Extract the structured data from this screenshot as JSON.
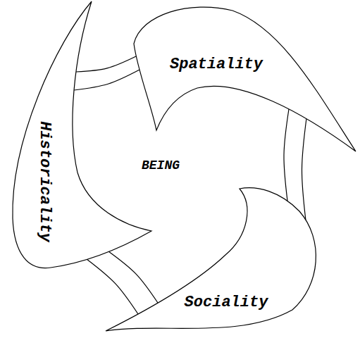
{
  "diagram": {
    "nodes": [
      {
        "text": [
          "Spatiality"
        ]
      },
      {
        "text": [
          "Historicality"
        ]
      },
      {
        "text": [
          "Sociality"
        ]
      }
    ],
    "edges": [
      {
        "from": 0,
        "to": 2,
        "arrow": "none"
      },
      {
        "from": 2,
        "to": 1,
        "arrow": "none"
      },
      {
        "from": 1,
        "to": 0,
        "arrow": "none"
      }
    ],
    "labels": [
      "BEING"
    ]
  }
}
